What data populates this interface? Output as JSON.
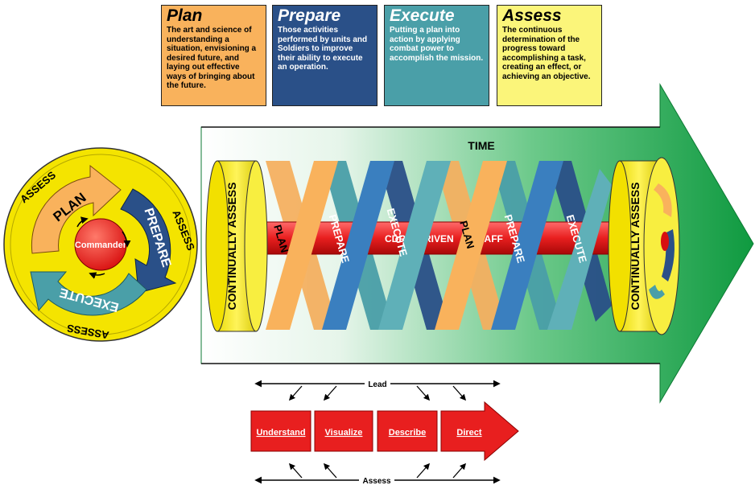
{
  "cards": [
    {
      "title": "Plan",
      "desc": "The art and science of understanding a situation, envisioning a desired future, and laying out effective ways of bringing about the future."
    },
    {
      "title": "Prepare",
      "desc": "Those activities performed by units and Soldiers to improve their ability to execute an operation."
    },
    {
      "title": "Execute",
      "desc": "Putting a plan into action by applying combat power to accomplish the mission."
    },
    {
      "title": "Assess",
      "desc": "The continuous determination of the progress toward accomplishing a task, creating an effect, or achieving an objective."
    }
  ],
  "cycle": {
    "assess_top": "ASSESS",
    "assess_right": "ASSESS",
    "assess_bottom": "ASSESS",
    "plan": "PLAN",
    "prepare": "PREPARE",
    "execute": "EXECUTE",
    "center": "Commander"
  },
  "arrow": {
    "time": "TIME",
    "left_drum": "CONTINUALLY ASSESS",
    "right_drum": "CONTINUALLY ASSESS",
    "helix_labels": [
      "PLAN",
      "PREPARE",
      "EXECUTE",
      "PLAN",
      "PREPARE",
      "EXECUTE"
    ],
    "bar_words": [
      "CDR",
      "DRIVEN",
      "STAFF"
    ]
  },
  "process": {
    "lead": "Lead",
    "assess": "Assess",
    "steps": [
      "Understand",
      "Visualize",
      "Describe",
      "Direct"
    ]
  },
  "colors": {
    "plan": "#f9b25c",
    "prepare": "#2a5088",
    "execute": "#4a9fa8",
    "assess": "#fbf57a",
    "arrow_green": "#1fa84a",
    "bar_red": "#e81f1f",
    "drum_yellow": "#f4e400"
  }
}
